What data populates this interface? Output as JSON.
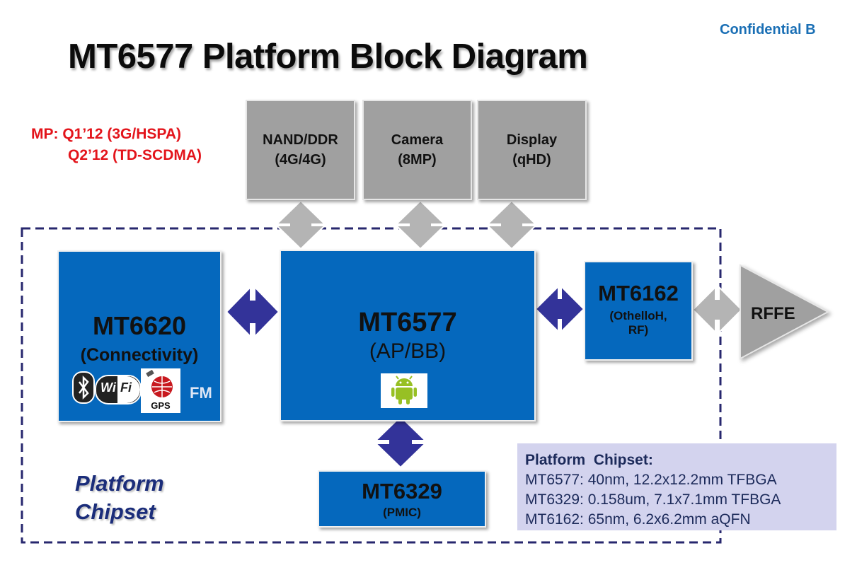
{
  "header": {
    "confidential": "Confidential B",
    "title": "MT6577 Platform Block Diagram"
  },
  "mp": {
    "line1": "MP: Q1’12 (3G/HSPA)",
    "line2": "Q2’12 (TD-SCDMA)"
  },
  "peripherals": [
    {
      "name": "NAND/DDR",
      "sub": "(4G/4G)"
    },
    {
      "name": "Camera",
      "sub": "(8MP)"
    },
    {
      "name": "Display",
      "sub": "(qHD)"
    }
  ],
  "mt6620": {
    "name": "MT6620",
    "sub": "(Connectivity)",
    "fm": "FM",
    "wifi_w": "Wi",
    "wifi_f": "Fi",
    "gps": "GPS",
    "icons": [
      "bluetooth-icon",
      "wifi-icon",
      "gps-icon"
    ]
  },
  "mt6577": {
    "name": "MT6577",
    "sub": "(AP/BB)",
    "icon": "android-icon"
  },
  "mt6162": {
    "name": "MT6162",
    "sub1": "(OthelloH,",
    "sub2": "RF)"
  },
  "rffe": "RFFE",
  "mt6329": {
    "name": "MT6329",
    "sub": "(PMIC)"
  },
  "platform_label": {
    "line1": "Platform",
    "line2": "Chipset"
  },
  "info": {
    "heading": "Platform  Chipset:",
    "rows": [
      "MT6577: 40nm, 12.2x12.2mm TFBGA",
      "MT6329: 0.158um, 7.1x7.1mm TFBGA",
      "MT6162: 65nm, 6.2x6.2mm aQFN"
    ]
  },
  "colors": {
    "chip_blue": "#0568bd",
    "peripheral_gray": "#a0a0a0",
    "arrow_navy": "#333399",
    "arrow_gray": "#b4b4b4",
    "mp_red": "#e3141b",
    "info_bg": "#d3d3ee"
  }
}
